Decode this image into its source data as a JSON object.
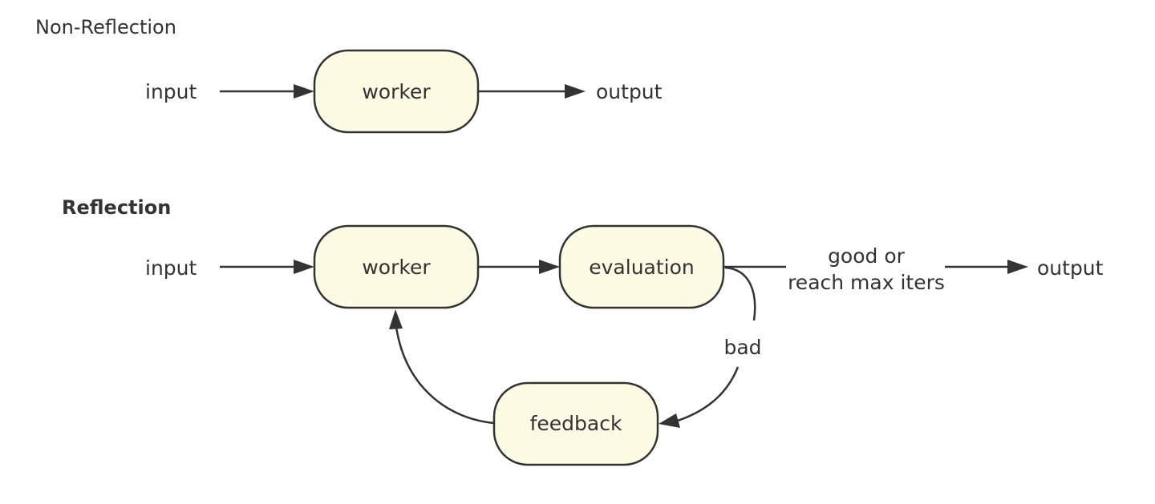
{
  "sections": {
    "non_reflection": {
      "title": "Non-Reflection",
      "input": "input",
      "worker": "worker",
      "output": "output"
    },
    "reflection": {
      "title": "Reflection",
      "input": "input",
      "worker": "worker",
      "evaluation": "evaluation",
      "condition_line1": "good or",
      "condition_line2": "reach max iters",
      "output": "output",
      "bad_label": "bad",
      "feedback": "feedback"
    }
  },
  "colors": {
    "node_fill": "#fcfce5",
    "stroke": "#333333",
    "text": "#333333"
  }
}
